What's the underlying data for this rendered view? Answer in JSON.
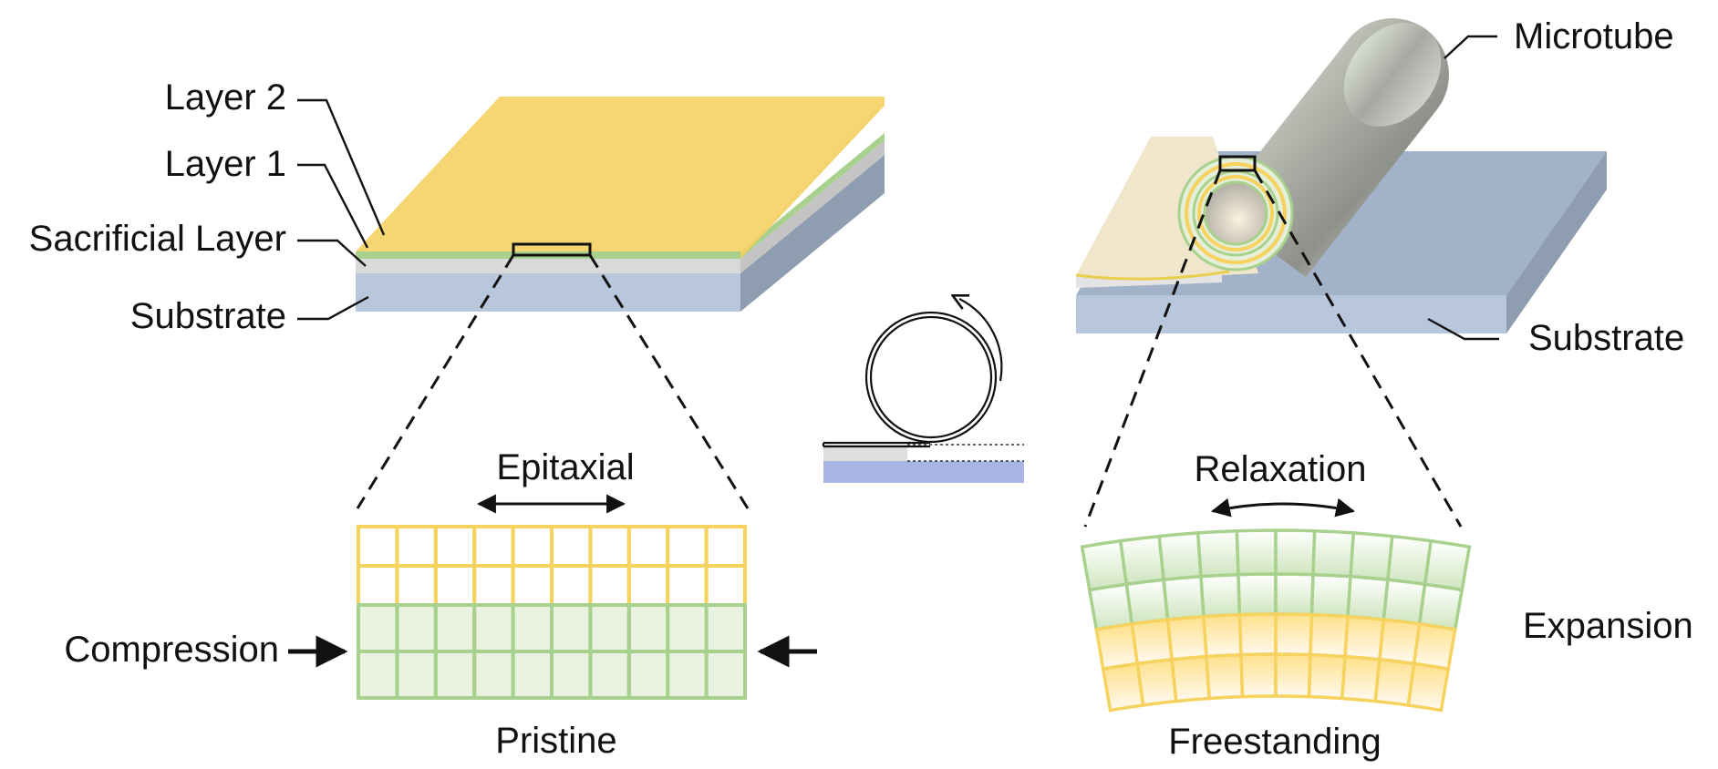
{
  "labels": {
    "layer2": "Layer 2",
    "layer1": "Layer 1",
    "sacrificial": "Sacrificial Layer",
    "substrate_left": "Substrate",
    "microtube": "Microtube",
    "substrate_right": "Substrate",
    "epitaxial": "Epitaxial",
    "compression": "Compression",
    "pristine": "Pristine",
    "relaxation": "Relaxation",
    "expansion": "Expansion",
    "freestanding": "Freestanding"
  },
  "colors": {
    "layer2": "#f6d672",
    "layer1": "#a9d18e",
    "sacrificial": "#d9d9d9",
    "substrate_top": "#b8c7dc",
    "substrate_side": "#8f9db0",
    "grid_yellow": "#f6d25e",
    "grid_green": "#a9d18e",
    "green_fill": "#eaf3e1",
    "curl_substrate": "#a9b5e3"
  }
}
